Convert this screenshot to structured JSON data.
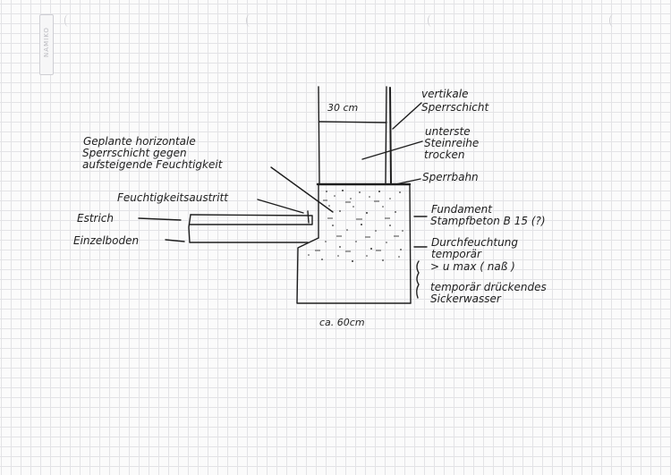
{
  "brand": {
    "text": "NAMIKO"
  },
  "labels": {
    "width_top": "30 cm",
    "vertical_barrier_1": "vertikale",
    "vertical_barrier_2": "Sperrschicht",
    "lowest_row_1": "unterste",
    "lowest_row_2": "Steinreihe",
    "lowest_row_3": "trocken",
    "barrier_sheet": "Sperrbahn",
    "planned_1": "Geplante horizontale",
    "planned_2": "Sperrschicht gegen",
    "planned_3": "aufsteigende Feuchtigkeit",
    "moisture_exit": "Feuchtigkeitsaustritt",
    "screed": "Estrich",
    "floor": "Einzelboden",
    "foundation_1": "Fundament",
    "foundation_2": "Stampfbeton B 15 (?)",
    "dampness_1": "Durchfeuchtung",
    "dampness_2": "temporär",
    "dampness_3": "> u max ( naß )",
    "seepage_1": "temporär drückendes",
    "seepage_2": "Sickerwasser",
    "width_bottom": "ca. 60cm"
  },
  "colors": {
    "ink": "#1e1e1e",
    "grid": "#e3e3e6",
    "paper": "#fbfbfb"
  }
}
